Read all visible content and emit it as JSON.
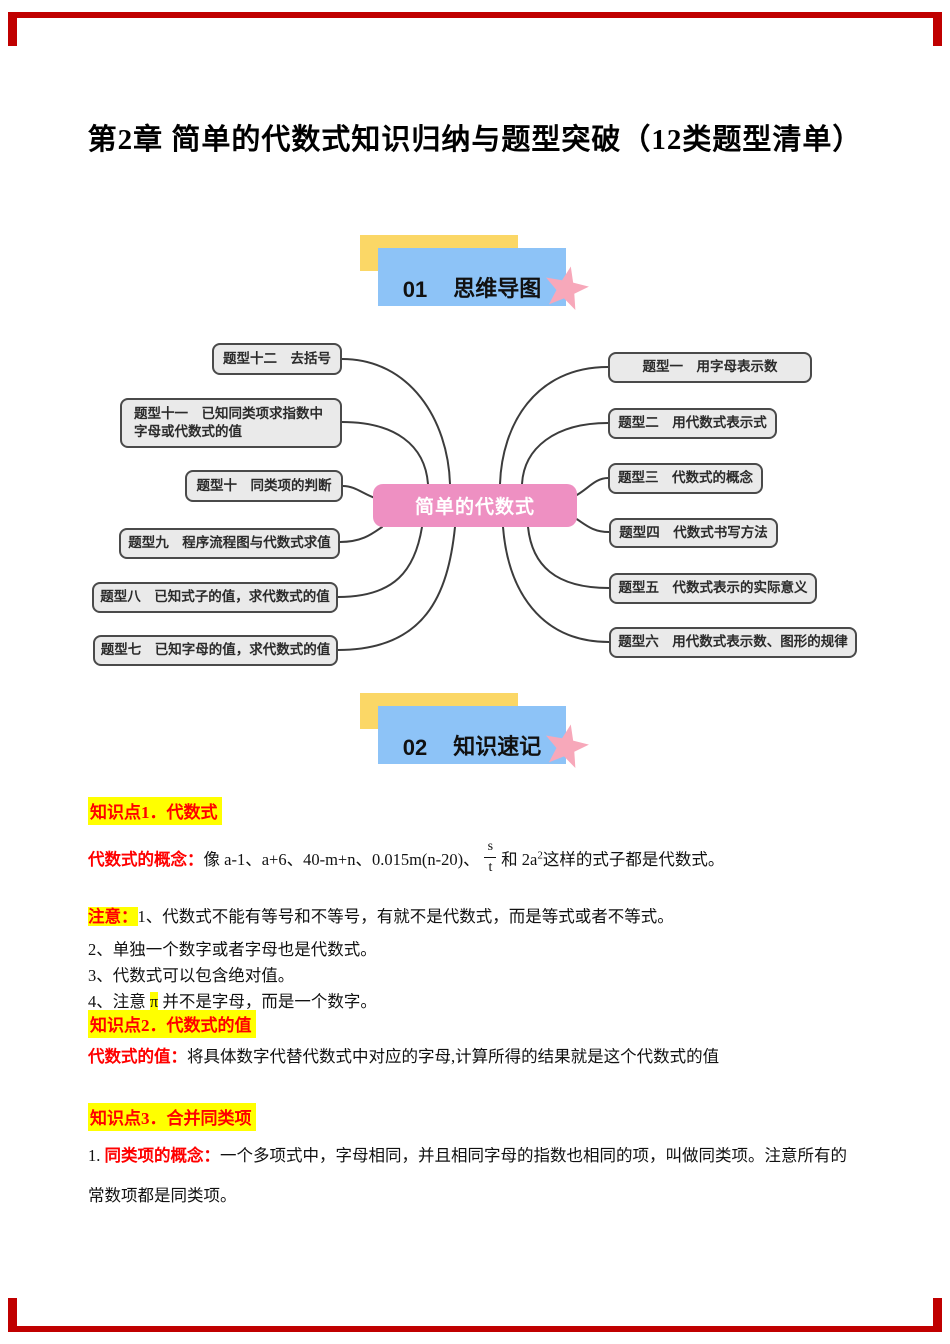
{
  "title": "第2章 简单的代数式知识归纳与题型突破（12类题型清单）",
  "sections": [
    {
      "num": "01",
      "label": "思维导图"
    },
    {
      "num": "02",
      "label": "知识速记"
    }
  ],
  "mindmap": {
    "center": "简单的代数式",
    "left": [
      "题型十二　去括号",
      "题型十一　已知同类项求指数中字母或代数式的值",
      "题型十　同类项的判断",
      "题型九　程序流程图与代数式求值",
      "题型八　已知式子的值，求代数式的值",
      "题型七　已知字母的值，求代数式的值"
    ],
    "right": [
      "题型一　用字母表示数",
      "题型二　用代数式表示式",
      "题型三　代数式的概念",
      "题型四　代数式书写方法",
      "题型五　代数式表示的实际意义",
      "题型六　用代数式表示数、图形的规律"
    ]
  },
  "knowledge": {
    "point1_title": "知识点1．代数式",
    "concept_label": "代数式的概念：",
    "concept_pre": "像 a-1、a+6、40-m+n、0.015m(n-20)、",
    "fraction_num": "s",
    "fraction_den": "t",
    "concept_mid": "和 2a",
    "concept_sup": "2",
    "concept_post": "这样的式子都是代数式。",
    "note_label": "注意：",
    "note1": "1、代数式不能有等号和不等号，有就不是代数式，而是等式或者不等式。",
    "note2": "2、单独一个数字或者字母也是代数式。",
    "note3": "3、代数式可以包含绝对值。",
    "note4_pre": "4、注意 ",
    "note4_pi": "π",
    "note4_post": " 并不是字母，而是一个数字。",
    "point2_title": "知识点2．代数式的值",
    "value_label": "代数式的值：",
    "value_text": "将具体数字代替代数式中对应的字母,计算所得的结果就是这个代数式的值",
    "point3_title": "知识点3．合并同类项",
    "item1_num": "1. ",
    "item1_label": "同类项的概念：",
    "item1_text": "一个多项式中，字母相同，并且相同字母的指数也相同的项，叫做同类项。注意所有的",
    "item1_text2": "常数项都是同类项。"
  },
  "colors": {
    "banner_yellow": "#fbd766",
    "banner_blue": "#8dc3f7",
    "star_pink": "#f7a8ba",
    "center_pink": "#ee90c2",
    "node_gray": "#eaeaea",
    "highlight": "#ffff00",
    "accent_red": "#ff0000",
    "frame_red": "#c00000"
  }
}
